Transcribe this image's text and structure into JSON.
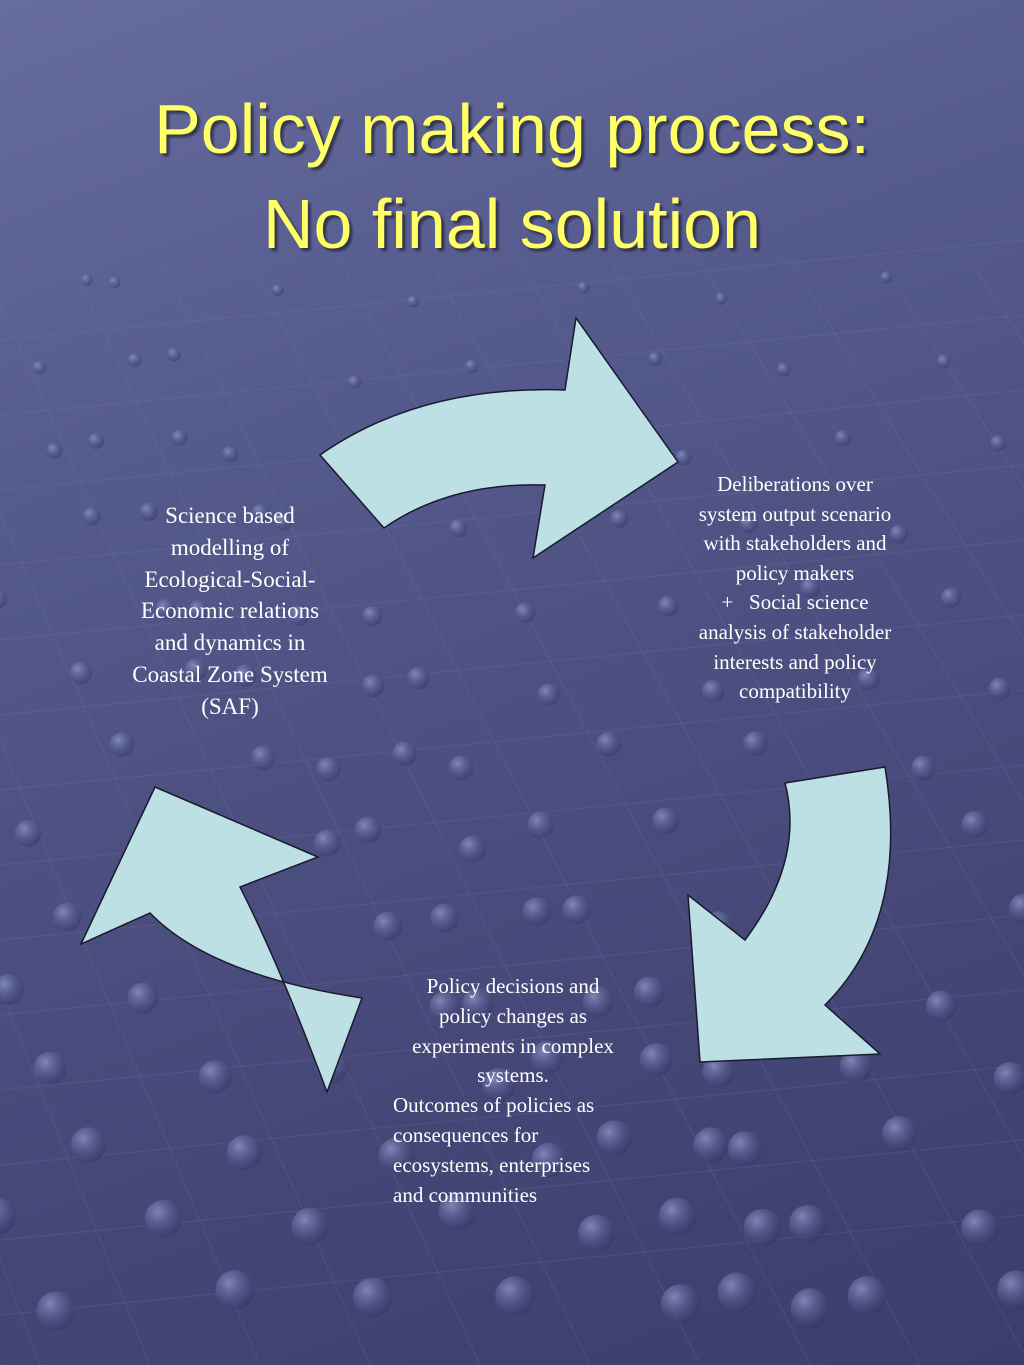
{
  "slide": {
    "title_lines": [
      "Policy making process:",
      "No final solution"
    ],
    "colors": {
      "title": "#ffff66",
      "arrow_fill": "#bde0e4",
      "arrow_stroke": "#1a1a2e",
      "text": "#ffffff",
      "background": "#4f5385"
    }
  },
  "cycle": {
    "nodes": [
      {
        "id": "science-modelling",
        "lines": [
          "Science based",
          "modelling of",
          "Ecological-Social-",
          "Economic relations",
          "and dynamics in",
          "Coastal Zone System",
          "(SAF)"
        ]
      },
      {
        "id": "deliberations",
        "lines": [
          "Deliberations over",
          "system output scenario",
          "with stakeholders and",
          "policy makers",
          "+   Social science",
          "analysis of stakeholder",
          "interests and policy",
          "compatibility"
        ]
      },
      {
        "id": "policy-decisions",
        "centered_lines": [
          "Policy decisions and",
          "policy changes as",
          "experiments in complex",
          "systems."
        ],
        "left_lines": [
          "Outcomes of policies as",
          "consequences for",
          "ecosystems, enterprises",
          "and communities"
        ]
      }
    ],
    "arrows": [
      {
        "from": "science-modelling",
        "to": "deliberations",
        "icon": "curved-arrow-right-icon"
      },
      {
        "from": "deliberations",
        "to": "policy-decisions",
        "icon": "curved-arrow-down-icon"
      },
      {
        "from": "policy-decisions",
        "to": "science-modelling",
        "icon": "curved-arrow-up-icon"
      }
    ]
  }
}
